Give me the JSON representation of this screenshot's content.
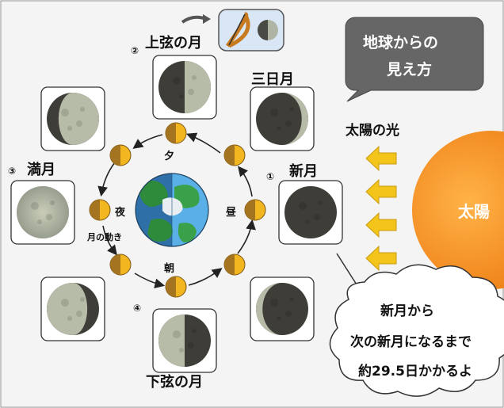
{
  "callout_view": {
    "line1": "地球からの",
    "line2": "見え方"
  },
  "phases": {
    "first_quarter": {
      "num": "②",
      "name": "上弦の月"
    },
    "crescent": {
      "name": "三日月"
    },
    "new_moon": {
      "num": "①",
      "name": "新月"
    },
    "full_moon": {
      "num": "③",
      "name": "満月"
    },
    "last_quarter": {
      "num": "④",
      "name": "下弦の月"
    }
  },
  "times": {
    "evening": "夕",
    "day": "昼",
    "night": "夜",
    "morning": "朝"
  },
  "moon_motion": "月の動き",
  "sunlight": "太陽の光",
  "sun": "太陽",
  "speech": {
    "line1": "新月から",
    "line2": "次の新月になるまで",
    "line3": "約29.5日かかるよ"
  },
  "colors": {
    "sun": "#f08a1c",
    "arrow": "#f3c51a",
    "moon_lit": "#f2b620",
    "moon_dark": "#a47420",
    "callout_bg": "#666666",
    "earth_land": "#2e8b3c",
    "earth_sea_lit": "#4da6dd"
  }
}
